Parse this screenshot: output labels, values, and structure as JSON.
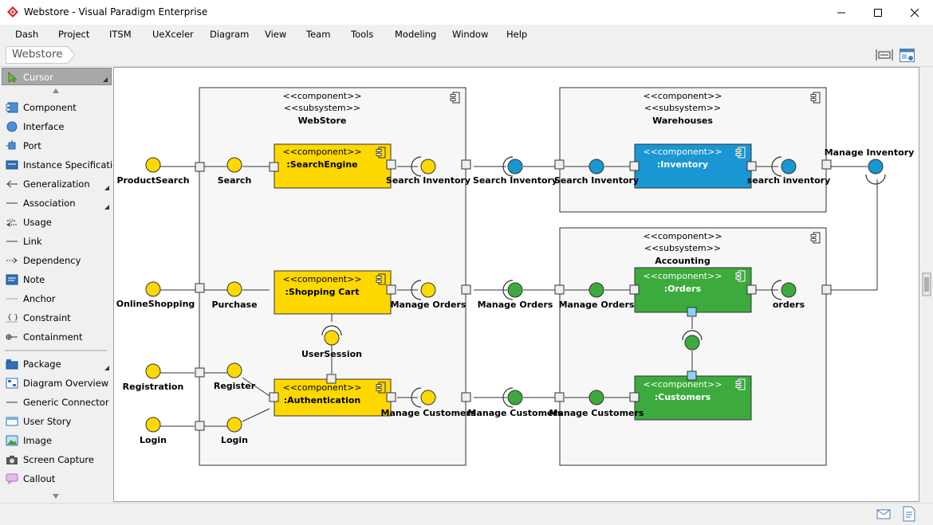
{
  "window": {
    "title": "Webstore - Visual Paradigm Enterprise",
    "minimize_icon": "minimize-icon",
    "maximize_icon": "maximize-icon",
    "close_icon": "close-icon"
  },
  "menu": [
    "Dash",
    "Project",
    "ITSM",
    "UeXceler",
    "Diagram",
    "View",
    "Team",
    "Tools",
    "Modeling",
    "Window",
    "Help"
  ],
  "breadcrumb": "Webstore",
  "palette": {
    "selected": "Cursor",
    "items": [
      "Cursor",
      "Component",
      "Interface",
      "Port",
      "Instance Specification",
      "Generalization",
      "Association",
      "Usage",
      "Link",
      "Dependency",
      "Note",
      "Anchor",
      "Constraint",
      "Containment",
      "Package",
      "Diagram Overview",
      "Generic Connector",
      "User Story",
      "Image",
      "Screen Capture",
      "Callout"
    ]
  },
  "colors": {
    "yellow": "#ffd800",
    "blue": "#1a96d2",
    "green": "#3caa3c",
    "subsystem_fill": "#f7f7f7",
    "port_fill": "#eeeeee",
    "port_blue": "#8fd0f5"
  },
  "diagram": {
    "stereotype_component": "<<component>>",
    "stereotype_subsystem": "<<subsystem>>",
    "subsystems": {
      "webstore": "WebStore",
      "warehouses": "Warehouses",
      "accounting": "Accounting"
    },
    "components": {
      "search_engine": ":SearchEngine",
      "shopping_cart": ":Shopping Cart",
      "authentication": ":Authentication",
      "inventory": ":Inventory",
      "orders": ":Orders",
      "customers": ":Customers"
    },
    "labels": {
      "product_search": "ProductSearch",
      "search": "Search",
      "search_inventory": "Search Inventory",
      "search_inventory_lower": "search inventory",
      "manage_inventory": "Manage Inventory",
      "online_shopping": "OnlineShopping",
      "purchase": "Purchase",
      "manage_orders": "Manage Orders",
      "orders": "orders",
      "user_session": "UserSession",
      "registration": "Registration",
      "register": "Register",
      "login": "Login",
      "manage_customers": "Manage Customers"
    }
  },
  "status_icons": [
    "mail-icon",
    "document-icon"
  ]
}
